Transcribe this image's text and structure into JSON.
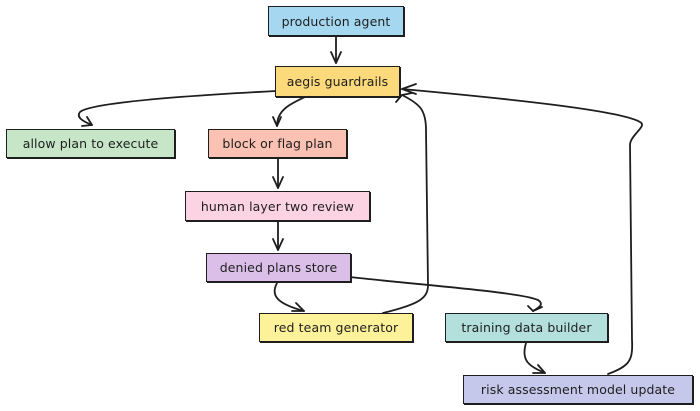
{
  "diagram": {
    "nodes": [
      {
        "id": "production-agent",
        "label": "production agent",
        "color": "#a5d8f0"
      },
      {
        "id": "aegis-guardrails",
        "label": "aegis guardrails",
        "color": "#fcd97a"
      },
      {
        "id": "allow-plan",
        "label": "allow plan to execute",
        "color": "#c7e6c8"
      },
      {
        "id": "block-or-flag",
        "label": "block or flag plan",
        "color": "#fbc2b3"
      },
      {
        "id": "human-review",
        "label": "human layer two review",
        "color": "#fcd3e3"
      },
      {
        "id": "denied-plans",
        "label": "denied plans store",
        "color": "#dbbfe8"
      },
      {
        "id": "red-team",
        "label": "red team generator",
        "color": "#fdf29a"
      },
      {
        "id": "training-data",
        "label": "training data builder",
        "color": "#b3e0dc"
      },
      {
        "id": "risk-model",
        "label": "risk assessment model update",
        "color": "#c5c8ea"
      }
    ],
    "edges": [
      {
        "from": "production-agent",
        "to": "aegis-guardrails"
      },
      {
        "from": "aegis-guardrails",
        "to": "allow-plan"
      },
      {
        "from": "aegis-guardrails",
        "to": "block-or-flag"
      },
      {
        "from": "block-or-flag",
        "to": "human-review"
      },
      {
        "from": "human-review",
        "to": "denied-plans"
      },
      {
        "from": "denied-plans",
        "to": "red-team"
      },
      {
        "from": "denied-plans",
        "to": "training-data"
      },
      {
        "from": "red-team",
        "to": "aegis-guardrails"
      },
      {
        "from": "training-data",
        "to": "risk-model"
      },
      {
        "from": "risk-model",
        "to": "aegis-guardrails"
      }
    ]
  }
}
